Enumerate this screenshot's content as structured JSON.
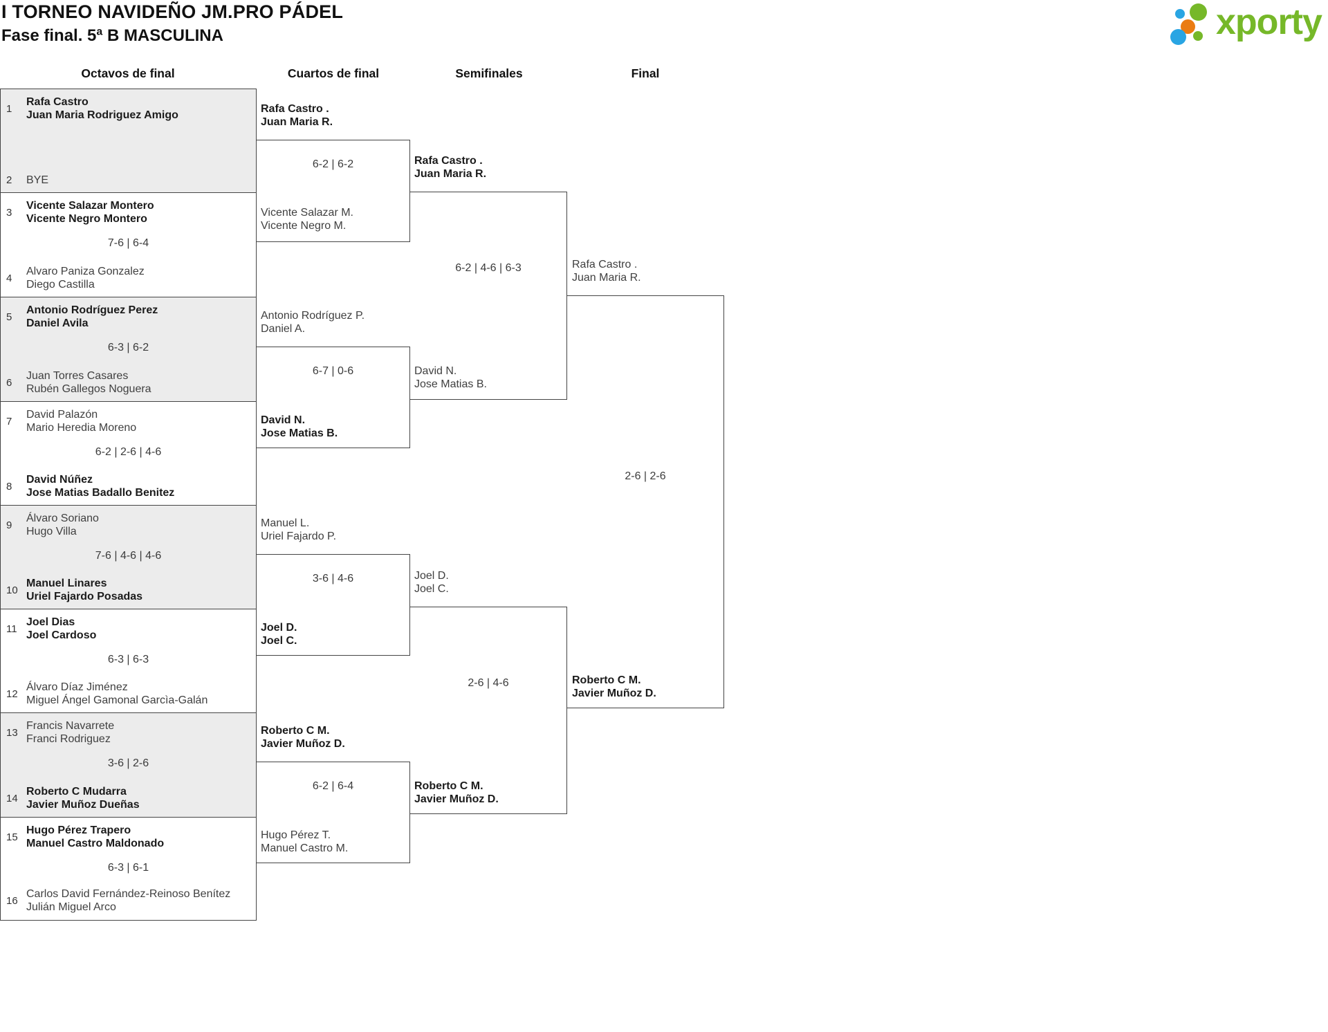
{
  "header": {
    "title_line1": "I TORNEO NAVIDEÑO JM.PRO PÁDEL",
    "title_line2": "Fase final. 5ª B MASCULINA",
    "logo_text": "xporty",
    "logo_colors": {
      "green": "#76b829",
      "blue": "#29a5e3",
      "orange": "#ea7c12"
    }
  },
  "rounds": [
    "Octavos de final",
    "Cuartos de final",
    "Semifinales",
    "Final"
  ],
  "octavos": [
    {
      "seed_top": "1",
      "team_top": [
        "Rafa Castro",
        "Juan Maria Rodriguez Amigo"
      ],
      "top_winner": true,
      "score": "",
      "seed_bottom": "2",
      "team_bottom": [
        "BYE"
      ],
      "bottom_winner": false
    },
    {
      "seed_top": "3",
      "team_top": [
        "Vicente Salazar Montero",
        "Vicente Negro Montero"
      ],
      "top_winner": true,
      "score": "7-6 | 6-4",
      "seed_bottom": "4",
      "team_bottom": [
        "Alvaro Paniza Gonzalez",
        "Diego Castilla"
      ],
      "bottom_winner": false
    },
    {
      "seed_top": "5",
      "team_top": [
        "Antonio Rodríguez Perez",
        "Daniel Avila"
      ],
      "top_winner": true,
      "score": "6-3 | 6-2",
      "seed_bottom": "6",
      "team_bottom": [
        "Juan Torres Casares",
        "Rubén Gallegos Noguera"
      ],
      "bottom_winner": false
    },
    {
      "seed_top": "7",
      "team_top": [
        "David Palazón",
        "Mario Heredia Moreno"
      ],
      "top_winner": false,
      "score": "6-2 | 2-6 | 4-6",
      "seed_bottom": "8",
      "team_bottom": [
        "David Núñez",
        "Jose Matias Badallo Benitez"
      ],
      "bottom_winner": true
    },
    {
      "seed_top": "9",
      "team_top": [
        "Álvaro Soriano",
        "Hugo Villa"
      ],
      "top_winner": false,
      "score": "7-6 | 4-6 | 4-6",
      "seed_bottom": "10",
      "team_bottom": [
        "Manuel Linares",
        "Uriel Fajardo Posadas"
      ],
      "bottom_winner": true
    },
    {
      "seed_top": "11",
      "team_top": [
        "Joel Dias",
        "Joel Cardoso"
      ],
      "top_winner": true,
      "score": "6-3 | 6-3",
      "seed_bottom": "12",
      "team_bottom": [
        "Álvaro Díaz Jiménez",
        "Miguel Ángel Gamonal Garcìa-Galán"
      ],
      "bottom_winner": false
    },
    {
      "seed_top": "13",
      "team_top": [
        "Francis Navarrete",
        "Franci Rodriguez"
      ],
      "top_winner": false,
      "score": "3-6 | 2-6",
      "seed_bottom": "14",
      "team_bottom": [
        "Roberto C Mudarra",
        "Javier Muñoz Dueñas"
      ],
      "bottom_winner": true
    },
    {
      "seed_top": "15",
      "team_top": [
        "Hugo Pérez Trapero",
        "Manuel Castro Maldonado"
      ],
      "top_winner": true,
      "score": "6-3 | 6-1",
      "seed_bottom": "16",
      "team_bottom": [
        "Carlos David Fernández-Reinoso Benítez",
        "Julián Miguel Arco"
      ],
      "bottom_winner": false
    }
  ],
  "cuartos": [
    {
      "team_top": [
        "Rafa Castro .",
        "Juan Maria R."
      ],
      "top_winner": true,
      "score": "6-2 | 6-2",
      "team_bottom": [
        "Vicente Salazar M.",
        "Vicente Negro M."
      ],
      "bottom_winner": false
    },
    {
      "team_top": [
        "Antonio Rodríguez P.",
        "Daniel A."
      ],
      "top_winner": false,
      "score": "6-7 | 0-6",
      "team_bottom": [
        "David N.",
        "Jose Matias B."
      ],
      "bottom_winner": true
    },
    {
      "team_top": [
        "Manuel L.",
        "Uriel Fajardo P."
      ],
      "top_winner": false,
      "score": "3-6 | 4-6",
      "team_bottom": [
        "Joel D.",
        "Joel C."
      ],
      "bottom_winner": true
    },
    {
      "team_top": [
        "Roberto C M.",
        "Javier Muñoz D."
      ],
      "top_winner": true,
      "score": "6-2 | 6-4",
      "team_bottom": [
        "Hugo Pérez T.",
        "Manuel Castro M."
      ],
      "bottom_winner": false
    }
  ],
  "semifinales": [
    {
      "team_top": [
        "Rafa Castro .",
        "Juan Maria R."
      ],
      "top_winner": true,
      "score": "6-2 | 4-6 | 6-3",
      "team_bottom": [
        "David N.",
        "Jose Matias B."
      ],
      "bottom_winner": false
    },
    {
      "team_top": [
        "Joel D.",
        "Joel C."
      ],
      "top_winner": false,
      "score": "2-6 | 4-6",
      "team_bottom": [
        "Roberto C M.",
        "Javier Muñoz D."
      ],
      "bottom_winner": true
    }
  ],
  "final": {
    "team_top": [
      "Rafa Castro .",
      "Juan Maria R."
    ],
    "top_winner": false,
    "score": "2-6 | 2-6",
    "team_bottom": [
      "Roberto C M.",
      "Javier Muñoz D."
    ],
    "bottom_winner": true
  }
}
